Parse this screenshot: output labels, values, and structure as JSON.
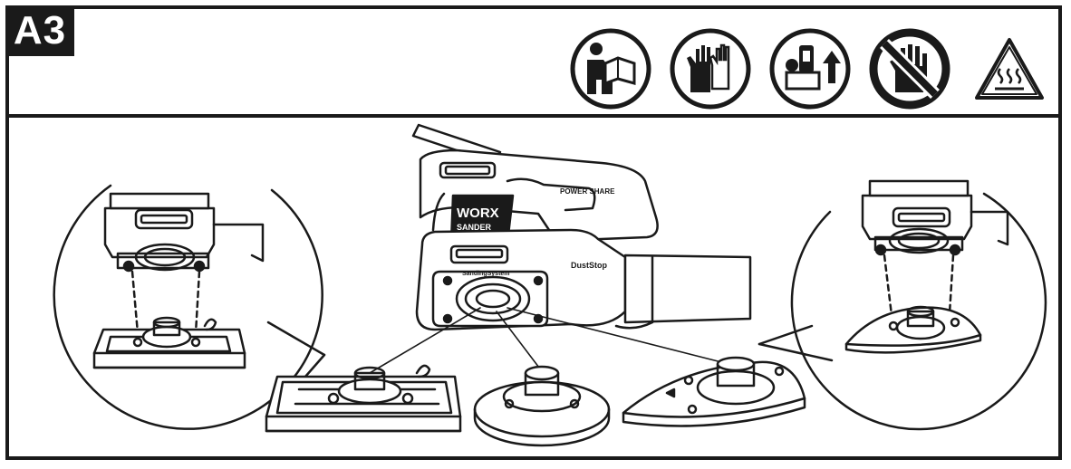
{
  "section_label": "A3",
  "icons": [
    "read-manual-icon",
    "wear-gloves-icon",
    "remove-battery-icon",
    "do-not-touch-icon",
    "hot-surface-warning-icon"
  ],
  "tool": {
    "brand": "WORX",
    "model_line": "SANDER",
    "badge": "POWER SHARE",
    "dust_label": "DustStop",
    "mount_label": "SandingSystem"
  },
  "colors": {
    "line": "#1a1a1a",
    "background": "#ffffff"
  }
}
